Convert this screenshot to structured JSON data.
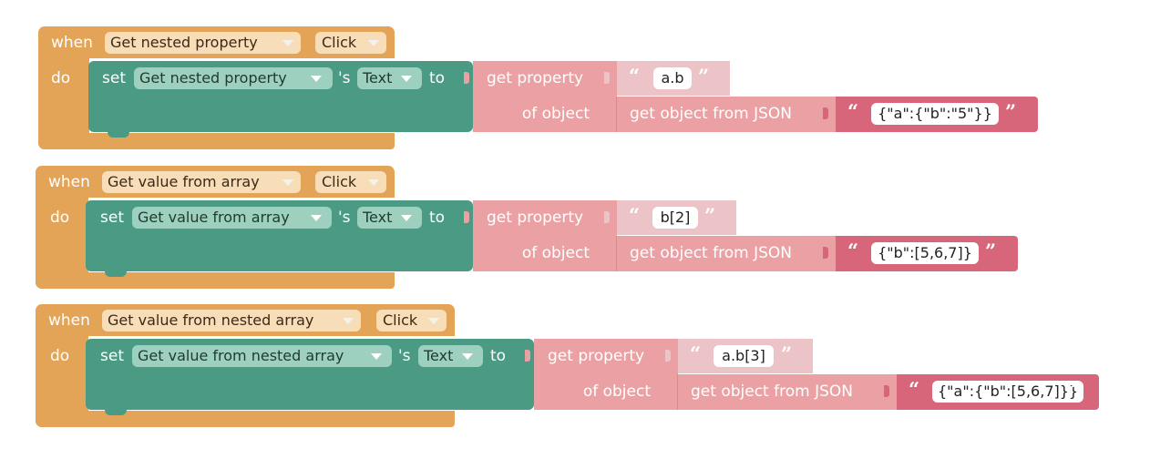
{
  "blocks": [
    {
      "when": "when",
      "do": "do",
      "component": "Get nested property",
      "event": "Click",
      "set": "set",
      "set_component": "Get nested property",
      "apostrophe_s": "'s",
      "property": "Text",
      "to": "to",
      "get_property": "get property",
      "of_object": "of object",
      "path": "a.b",
      "from_json": "get object from JSON",
      "json": "{\"a\":{\"b\":\"5\"}}"
    },
    {
      "when": "when",
      "do": "do",
      "component": "Get value from array",
      "event": "Click",
      "set": "set",
      "set_component": "Get value from array",
      "apostrophe_s": "'s",
      "property": "Text",
      "to": "to",
      "get_property": "get property",
      "of_object": "of object",
      "path": "b[2]",
      "from_json": "get object from JSON",
      "json": "{\"b\":[5,6,7]}"
    },
    {
      "when": "when",
      "do": "do",
      "component": "Get value from nested array",
      "event": "Click",
      "set": "set",
      "set_component": "Get value from nested array",
      "apostrophe_s": "'s",
      "property": "Text",
      "to": "to",
      "get_property": "get property",
      "of_object": "of object",
      "path": "a.b[3]",
      "from_json": "get object from JSON",
      "json": "{\"a\":{\"b\":[5,6,7]}}"
    }
  ],
  "icons": {
    "dropdown": "chevron-down-icon",
    "open_quote": "“",
    "close_quote": "”"
  },
  "colors": {
    "event_block": "#e3a457",
    "set_block": "#4b9a83",
    "get_property_block": "#eba1a3",
    "string_block": "#ecc3c7",
    "json_string_block": "#d8667a"
  }
}
